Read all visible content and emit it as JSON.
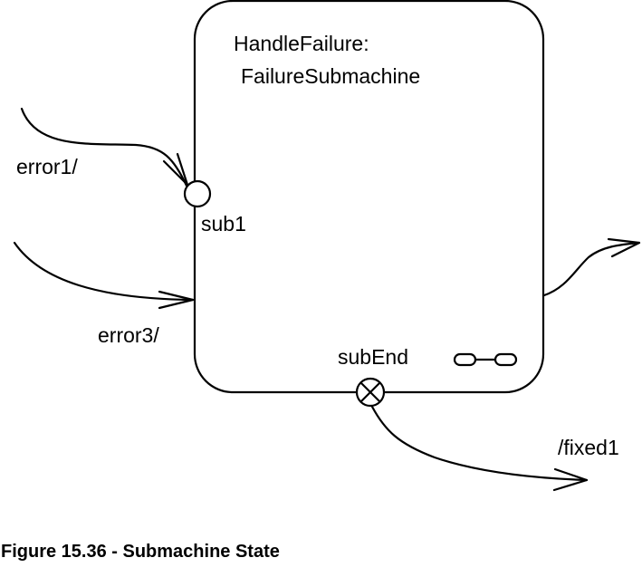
{
  "diagram": {
    "state": {
      "name_line1": "HandleFailure:",
      "name_line2": "FailureSubmachine"
    },
    "entry_point_label": "sub1",
    "exit_point_label": "subEnd",
    "transitions": {
      "error1": "error1/",
      "error3": "error3/",
      "fixed1": "/fixed1"
    },
    "icons": {
      "submachine_indicator": "composite-state-icon",
      "entry_point": "entry-point-icon",
      "exit_point": "exit-point-icon"
    }
  },
  "caption": "Figure 15.36 - Submachine State"
}
